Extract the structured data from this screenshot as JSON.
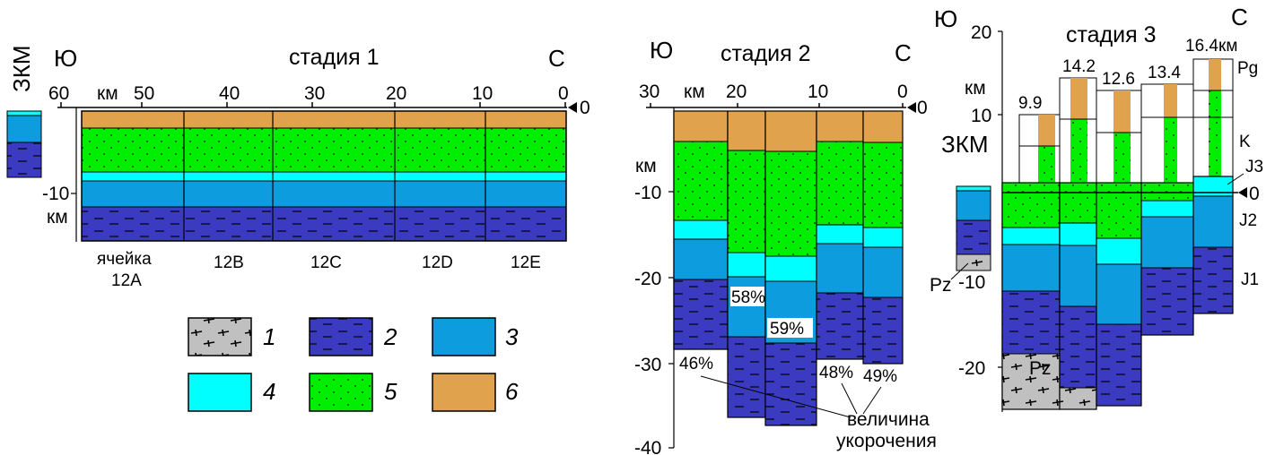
{
  "colors": {
    "sand_orange": "#e0a24c",
    "green_dotted": "#00ee00",
    "light_cyan": "#00ffff",
    "blue": "#0d9ddf",
    "dark_blue": "#3b3bc1",
    "gray_pz": "#c0c0c0",
    "outline": "#000000"
  },
  "stage1": {
    "title": "стадия 1",
    "south": "Ю",
    "north": "С",
    "km_label": "км",
    "x_ticks": [
      "60",
      "50",
      "40",
      "30",
      "20",
      "10",
      "0"
    ],
    "zero_label": "0",
    "depth_tick": "-10",
    "depth_unit": "км",
    "zkm_label": "ЗКМ",
    "cells": [
      "ячейка\n12A",
      "12B",
      "12C",
      "12D",
      "12E"
    ],
    "cell_line1": "ячейка",
    "cell_line2": "12A"
  },
  "stage2": {
    "title": "стадия 2",
    "south": "Ю",
    "north": "С",
    "km_label": "км",
    "x_ticks": [
      "30",
      "20",
      "10",
      "0"
    ],
    "zero_label": "0",
    "depth_unit": "км",
    "y_ticks": [
      "-10",
      "-20",
      "-30",
      "-40"
    ],
    "percents": [
      "46%",
      "58%",
      "59%",
      "48%",
      "49%"
    ],
    "caption_line1": "величина",
    "caption_line2": "укорочения"
  },
  "stage3": {
    "title": "стадия 3",
    "south": "Ю",
    "north": "С",
    "km_label": "км",
    "y_ticks": [
      "20",
      "10",
      "0",
      "-10",
      "-20"
    ],
    "heights": [
      "9.9",
      "14.2",
      "12.6",
      "13.4",
      "16.4"
    ],
    "height_unit": "км",
    "zkm_label": "ЗКМ",
    "layers": [
      "Pg",
      "K",
      "J3",
      "J2",
      "J1"
    ],
    "pz_label": "Pz",
    "pz_bottom_label": "Pz"
  },
  "legend": {
    "items": [
      {
        "num": "1",
        "pattern": "gray_pz"
      },
      {
        "num": "2",
        "pattern": "dark_blue"
      },
      {
        "num": "3",
        "pattern": "blue"
      },
      {
        "num": "4",
        "pattern": "light_cyan"
      },
      {
        "num": "5",
        "pattern": "green_dotted"
      },
      {
        "num": "6",
        "pattern": "sand_orange"
      }
    ]
  }
}
